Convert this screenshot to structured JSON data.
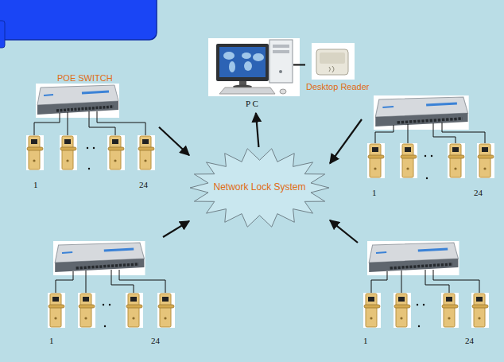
{
  "diagram": {
    "nodes": [
      {
        "text": [
          "P C"
        ]
      },
      {
        "text": [
          "Desktop Reader"
        ]
      },
      {
        "text": [
          "POE SWITCH",
          "1",
          "24"
        ]
      },
      {
        "text": [
          "1",
          "24"
        ]
      },
      {
        "text": [
          "Network Lock System"
        ]
      },
      {
        "text": [
          "1",
          "24"
        ]
      },
      {
        "text": [
          "1",
          "24"
        ]
      }
    ],
    "edges": [
      {
        "from": 0,
        "to": 1,
        "arrow": "none"
      },
      {
        "from": 2,
        "to": 4,
        "arrow": "to"
      },
      {
        "from": 3,
        "to": 4,
        "arrow": "to"
      },
      {
        "from": 4,
        "to": 0,
        "arrow": "to"
      },
      {
        "from": 5,
        "to": 4,
        "arrow": "to"
      },
      {
        "from": 6,
        "to": 4,
        "arrow": "to"
      }
    ]
  }
}
